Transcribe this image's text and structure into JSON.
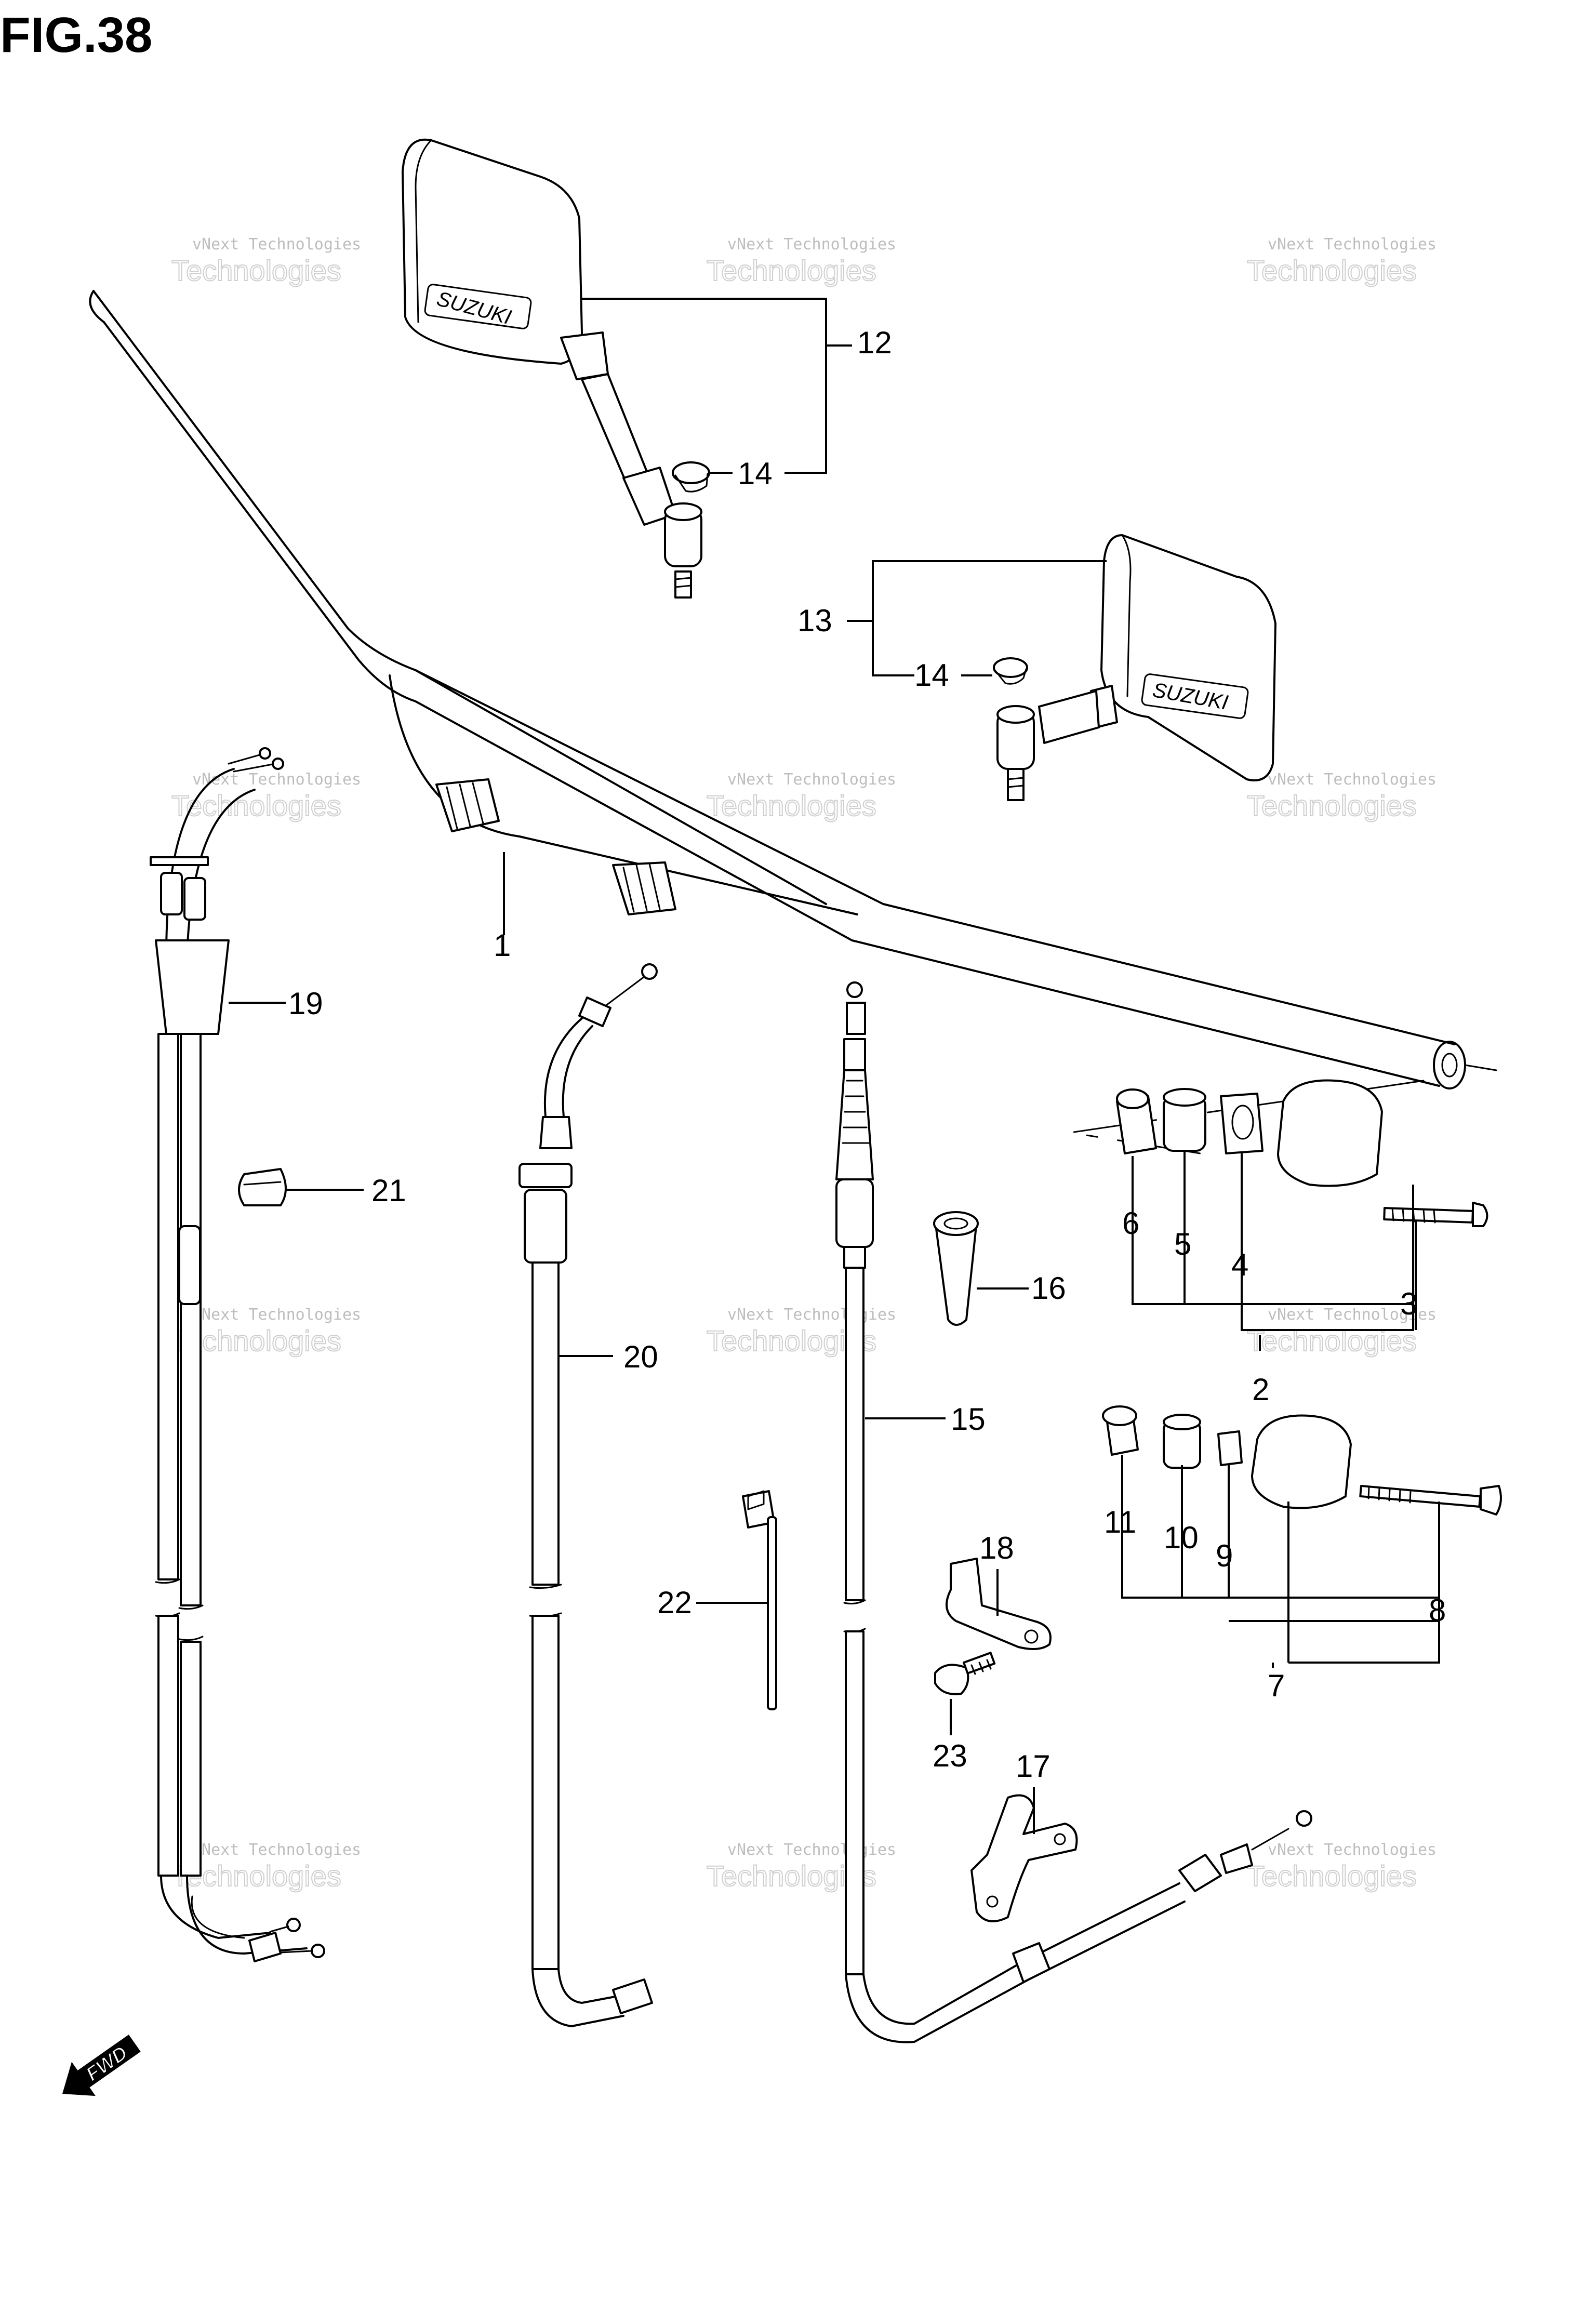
{
  "figure": {
    "title": "FIG.38",
    "fwd_label": "FWD",
    "mirror_brand": "SUZUKI"
  },
  "watermark": {
    "line1": "vNext Technologies",
    "line2": "Technologies"
  },
  "callouts": {
    "c1": "1",
    "c2": "2",
    "c3": "3",
    "c4": "4",
    "c5": "5",
    "c6": "6",
    "c7": "7",
    "c8": "8",
    "c9": "9",
    "c10": "10",
    "c11": "11",
    "c12": "12",
    "c13": "13",
    "c14a": "14",
    "c14b": "14",
    "c15": "15",
    "c16": "16",
    "c17": "17",
    "c18": "18",
    "c19": "19",
    "c20": "20",
    "c21": "21",
    "c22": "22",
    "c23": "23"
  }
}
